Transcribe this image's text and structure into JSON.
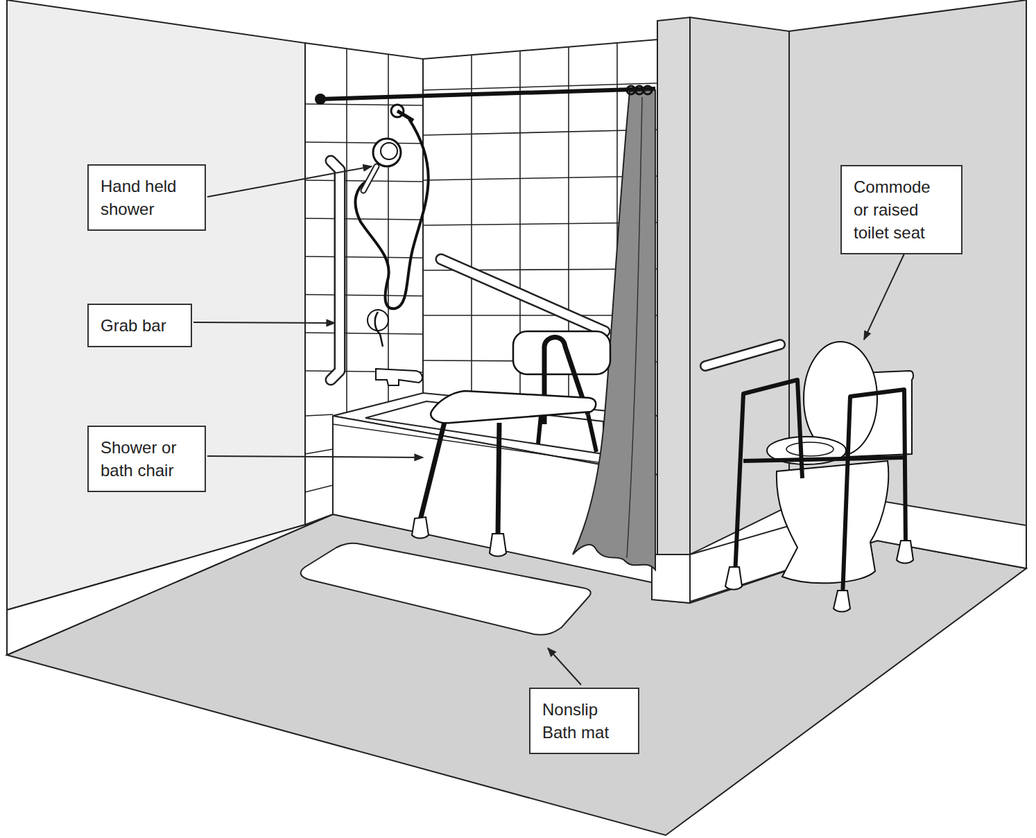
{
  "diagram": {
    "nodes": [
      {
        "text": [
          "Hand held shower"
        ]
      },
      {
        "text": [
          "Commode or raised toilet seat"
        ]
      },
      {
        "text": [
          "Grab bar"
        ]
      },
      {
        "text": [
          "Shower or bath chair"
        ]
      },
      {
        "text": [
          "Nonslip Bath mat"
        ]
      }
    ]
  }
}
